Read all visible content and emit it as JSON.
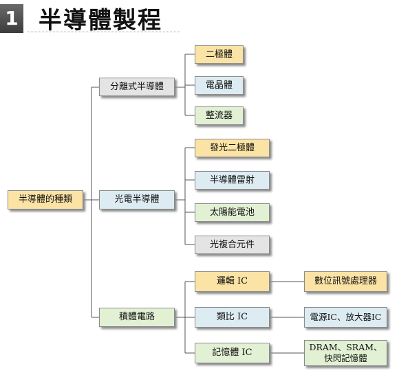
{
  "header": {
    "number": "1",
    "title": "半導體製程"
  },
  "root": "半導體的種類",
  "categories": [
    {
      "label": "分離式半導體",
      "children": [
        "二極體",
        "電晶體",
        "整流器"
      ]
    },
    {
      "label": "光電半導體",
      "children": [
        "發光二極體",
        "半導體雷射",
        "太陽能電池",
        "光複合元件"
      ]
    },
    {
      "label": "積體電路",
      "children": [
        "邏輯 IC",
        "類比 IC",
        "記憶體 IC"
      ]
    }
  ],
  "ic_examples": [
    "數位訊號處理器",
    "電源IC、放大器IC",
    "DRAM、SRAM、\n快閃記憶體"
  ],
  "colors": {
    "yellow": "#fbe3a5",
    "gray": "#e4e4e4",
    "blue": "#dcecf2",
    "green": "#e2f0d4"
  }
}
